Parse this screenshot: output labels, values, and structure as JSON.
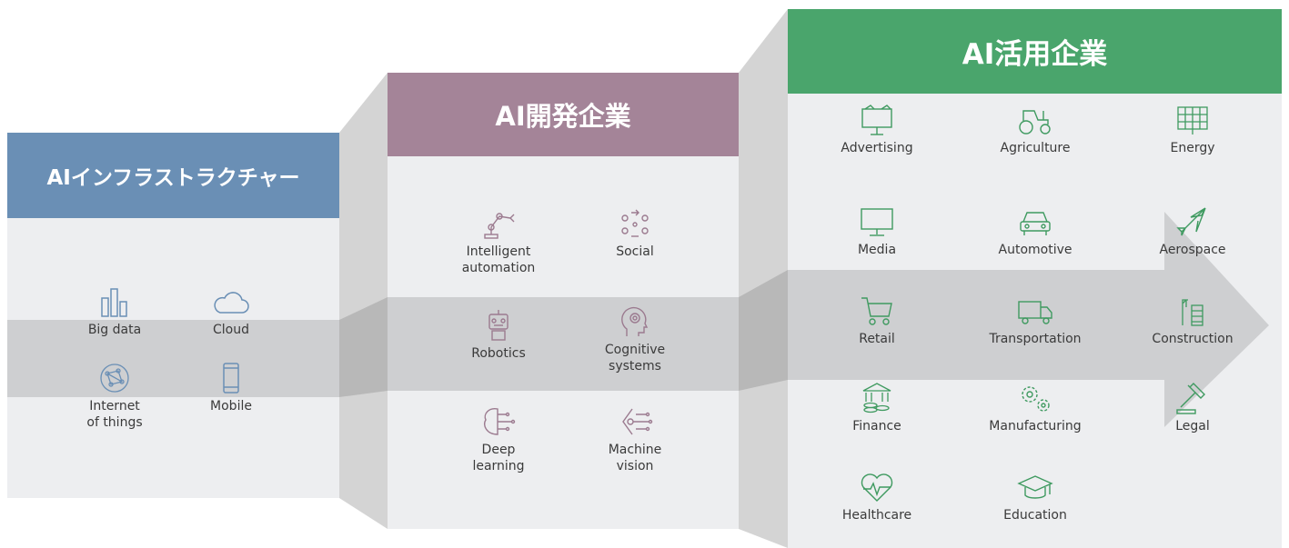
{
  "columns": {
    "infrastructure": {
      "title": "AIインフラストラクチャー",
      "items": [
        {
          "label": "Big data",
          "icon": "bar-chart-icon"
        },
        {
          "label": "Cloud",
          "icon": "cloud-icon"
        },
        {
          "label": "Internet\nof things",
          "icon": "network-globe-icon"
        },
        {
          "label": "Mobile",
          "icon": "mobile-phone-icon"
        }
      ]
    },
    "developers": {
      "title": "AI開発企業",
      "items": [
        {
          "label": "Intelligent\nautomation",
          "icon": "robot-arm-icon"
        },
        {
          "label": "Social",
          "icon": "people-network-icon"
        },
        {
          "label": "Robotics",
          "icon": "robot-head-icon"
        },
        {
          "label": "Cognitive\nsystems",
          "icon": "head-gear-icon"
        },
        {
          "label": "Deep\nlearning",
          "icon": "brain-circuit-icon"
        },
        {
          "label": "Machine\nvision",
          "icon": "eye-circuit-icon"
        }
      ]
    },
    "adopters": {
      "title": "AI活用企業",
      "items": [
        {
          "label": "Advertising",
          "icon": "billboard-icon"
        },
        {
          "label": "Agriculture",
          "icon": "tractor-icon"
        },
        {
          "label": "Energy",
          "icon": "solar-panel-icon"
        },
        {
          "label": "Media",
          "icon": "monitor-icon"
        },
        {
          "label": "Automotive",
          "icon": "car-icon"
        },
        {
          "label": "Aerospace",
          "icon": "airplane-icon"
        },
        {
          "label": "Retail",
          "icon": "shopping-cart-icon"
        },
        {
          "label": "Transportation",
          "icon": "truck-icon"
        },
        {
          "label": "Construction",
          "icon": "construction-icon"
        },
        {
          "label": "Finance",
          "icon": "bank-coins-icon"
        },
        {
          "label": "Manufacturing",
          "icon": "gears-icon"
        },
        {
          "label": "Legal",
          "icon": "gavel-icon"
        },
        {
          "label": "Healthcare",
          "icon": "heart-pulse-icon"
        },
        {
          "label": "Education",
          "icon": "graduation-cap-icon"
        }
      ]
    }
  },
  "colors": {
    "infrastructure": "#6a8fb5",
    "developers": "#a48498",
    "adopters": "#4aa56c",
    "panel": "#edeef0",
    "connector": "#d6d6d6",
    "arrow": "#cfcfcf"
  }
}
